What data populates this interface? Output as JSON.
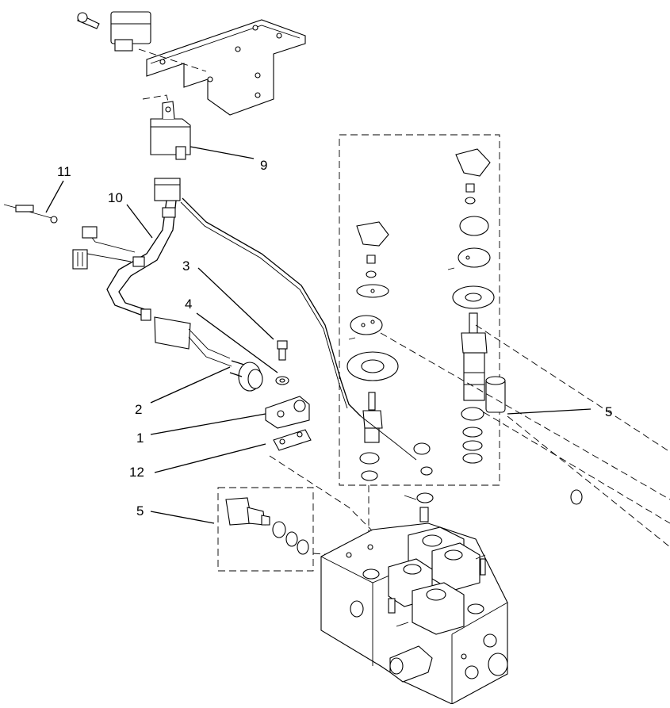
{
  "callouts": {
    "c1": "1",
    "c2": "2",
    "c3": "3",
    "c4": "4",
    "c5a": "5",
    "c5b": "5",
    "c9": "9",
    "c10": "10",
    "c11": "11",
    "c12": "12"
  }
}
